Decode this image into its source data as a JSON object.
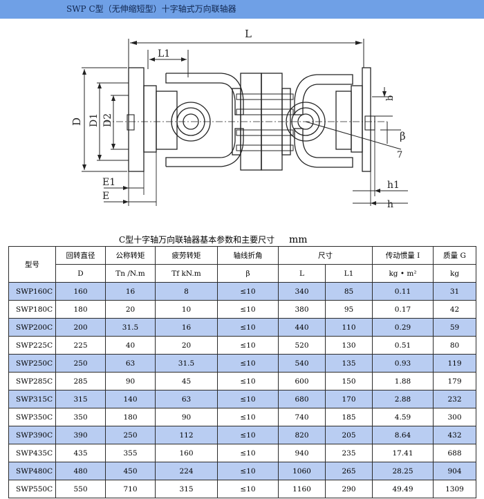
{
  "header": {
    "title": "SWP C型（无伸缩短型）十字轴式万向联轴器"
  },
  "drawing": {
    "labels": {
      "L": "L",
      "L1": "L1",
      "D": "D",
      "D1": "D1",
      "D2": "D2",
      "E1": "E1",
      "E": "E",
      "h1": "h1",
      "h": "h",
      "beta": "β",
      "num7": "7",
      "b": "b"
    }
  },
  "table": {
    "caption": "C型十字轴万向联轴器基本参数和主要尺寸",
    "unit": "mm",
    "header1": {
      "model": "型号",
      "diameter": "回转直径",
      "torque": "公称转矩",
      "fatigue": "疲劳转矩",
      "angle": "轴线折角",
      "size": "尺寸",
      "inertia": "传动惯量 I",
      "mass": "质量 G"
    },
    "header2": {
      "diameter": "D",
      "torque": "Tn /N.m",
      "fatigue": "Tf kN.m",
      "angle": "β",
      "L": "L",
      "L1": "L1",
      "inertia": "kg • m²",
      "mass": "kg"
    },
    "rows": [
      {
        "model": "SWP160C",
        "D": "160",
        "Tn": "16",
        "Tf": "8",
        "beta": "≤10",
        "L": "340",
        "L1": "85",
        "I": "0.11",
        "G": "31"
      },
      {
        "model": "SWP180C",
        "D": "180",
        "Tn": "20",
        "Tf": "10",
        "beta": "≤10",
        "L": "380",
        "L1": "95",
        "I": "0.17",
        "G": "42"
      },
      {
        "model": "SWP200C",
        "D": "200",
        "Tn": "31.5",
        "Tf": "16",
        "beta": "≤10",
        "L": "440",
        "L1": "110",
        "I": "0.29",
        "G": "59"
      },
      {
        "model": "SWP225C",
        "D": "225",
        "Tn": "40",
        "Tf": "20",
        "beta": "≤10",
        "L": "520",
        "L1": "130",
        "I": "0.51",
        "G": "80"
      },
      {
        "model": "SWP250C",
        "D": "250",
        "Tn": "63",
        "Tf": "31.5",
        "beta": "≤10",
        "L": "540",
        "L1": "135",
        "I": "0.93",
        "G": "119"
      },
      {
        "model": "SWP285C",
        "D": "285",
        "Tn": "90",
        "Tf": "45",
        "beta": "≤10",
        "L": "600",
        "L1": "150",
        "I": "1.88",
        "G": "179"
      },
      {
        "model": "SWP315C",
        "D": "315",
        "Tn": "140",
        "Tf": "63",
        "beta": "≤10",
        "L": "680",
        "L1": "170",
        "I": "2.88",
        "G": "232"
      },
      {
        "model": "SWP350C",
        "D": "350",
        "Tn": "180",
        "Tf": "90",
        "beta": "≤10",
        "L": "740",
        "L1": "185",
        "I": "4.59",
        "G": "300"
      },
      {
        "model": "SWP390C",
        "D": "390",
        "Tn": "250",
        "Tf": "112",
        "beta": "≤10",
        "L": "820",
        "L1": "205",
        "I": "8.64",
        "G": "432"
      },
      {
        "model": "SWP435C",
        "D": "435",
        "Tn": "355",
        "Tf": "160",
        "beta": "≤10",
        "L": "940",
        "L1": "235",
        "I": "17.41",
        "G": "688"
      },
      {
        "model": "SWP480C",
        "D": "480",
        "Tn": "450",
        "Tf": "224",
        "beta": "≤10",
        "L": "1060",
        "L1": "265",
        "I": "28.25",
        "G": "904"
      },
      {
        "model": "SWP550C",
        "D": "550",
        "Tn": "710",
        "Tf": "315",
        "beta": "≤10",
        "L": "1160",
        "L1": "290",
        "I": "49.49",
        "G": "1309"
      }
    ]
  }
}
